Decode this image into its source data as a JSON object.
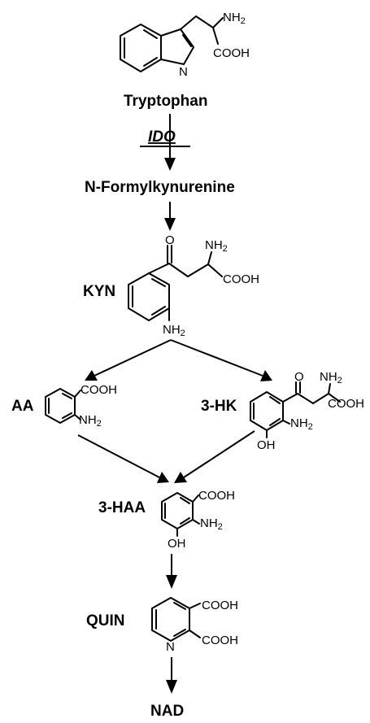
{
  "compounds": {
    "tryptophan": {
      "label": "Tryptophan",
      "amine": "NH",
      "amine_sub": "2",
      "acid": "COOH",
      "ring_n": "N"
    },
    "kyn": {
      "label": "KYN",
      "keto": "O",
      "amine": "NH",
      "amine_sub": "2",
      "acid": "COOH",
      "aryl_amine": "NH",
      "aryl_amine_sub": "2"
    },
    "aa": {
      "label": "AA",
      "acid": "COOH",
      "amine": "NH",
      "amine_sub": "2"
    },
    "hk": {
      "label": "3-HK",
      "keto": "O",
      "amine": "NH",
      "amine_sub": "2",
      "acid": "COOH",
      "aryl_amine": "NH",
      "aryl_amine_sub": "2",
      "hydroxyl": "OH"
    },
    "haa": {
      "label": "3-HAA",
      "acid": "COOH",
      "amine": "NH",
      "amine_sub": "2",
      "hydroxyl": "OH"
    },
    "quin": {
      "label": "QUIN",
      "acid1": "COOH",
      "acid2": "COOH",
      "ring_n": "N"
    }
  },
  "intermediates": {
    "nfk": "N-Formylkynurenine",
    "nad": "NAD"
  },
  "enzyme": {
    "ido": "IDO"
  }
}
